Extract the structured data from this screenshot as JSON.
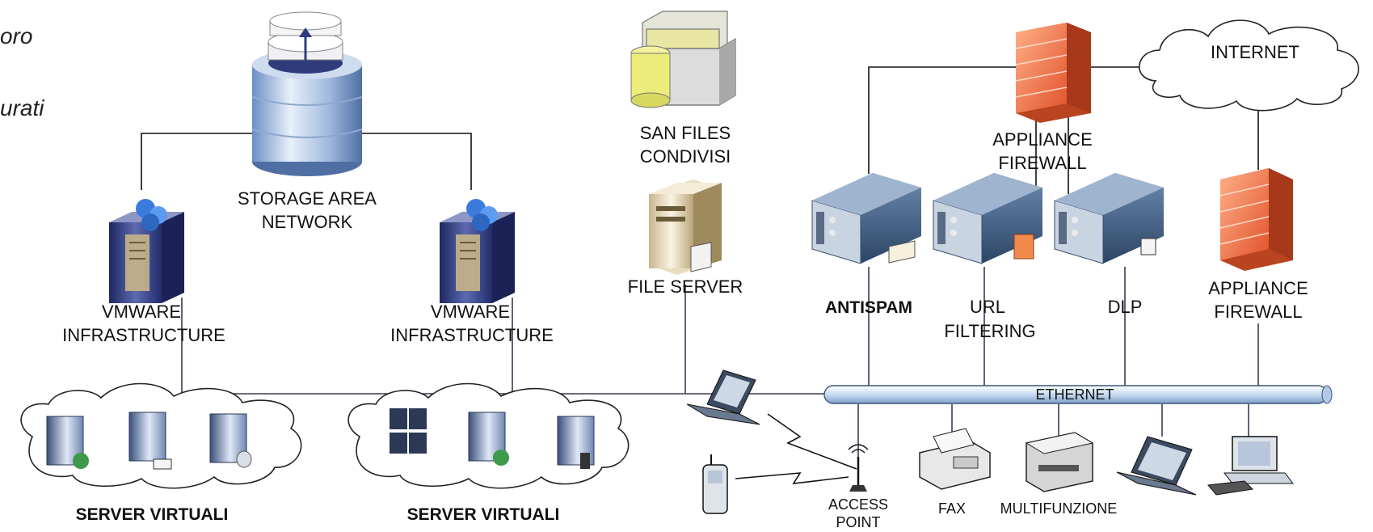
{
  "clipped_text": [
    "oro",
    "urati"
  ],
  "nodes": {
    "storage_area_network": [
      "STORAGE AREA",
      "NETWORK"
    ],
    "vmware_left": [
      "VMWARE",
      "INFRASTRUCTURE"
    ],
    "vmware_right": [
      "VMWARE",
      "INFRASTRUCTURE"
    ],
    "san_files": [
      "SAN FILES",
      "CONDIVISI"
    ],
    "file_server": "FILE SERVER",
    "appliance_firewall_top": [
      "APPLIANCE",
      "FIREWALL"
    ],
    "internet": "INTERNET",
    "antispam": "ANTISPAM",
    "url_filtering": [
      "URL",
      "FILTERING"
    ],
    "dlp": "DLP",
    "appliance_firewall_right": [
      "APPLIANCE",
      "FIREWALL"
    ],
    "ethernet": "ETHERNET",
    "server_virtuali_left": "SERVER VIRTUALI",
    "server_virtuali_right": "SERVER VIRTUALI",
    "access_point": [
      "ACCESS",
      "POINT"
    ],
    "fax": "FAX",
    "multifunzione": "MULTIFUNZIONE"
  },
  "colors": {
    "wire": "#3a3a58",
    "firewall": "#f07a4a",
    "rack": "#3d5d82",
    "ethernet_bus": "#d7e6f6",
    "server_tower": "#2e3a78"
  },
  "icons": [
    "database-icon",
    "server-tower-icon",
    "folder-icon",
    "file-server-icon",
    "firewall-icon",
    "cloud-icon",
    "rack-server-icon",
    "laptop-icon",
    "phone-icon",
    "antenna-icon",
    "fax-icon",
    "printer-icon",
    "desktop-pc-icon",
    "virtual-server-icon"
  ]
}
